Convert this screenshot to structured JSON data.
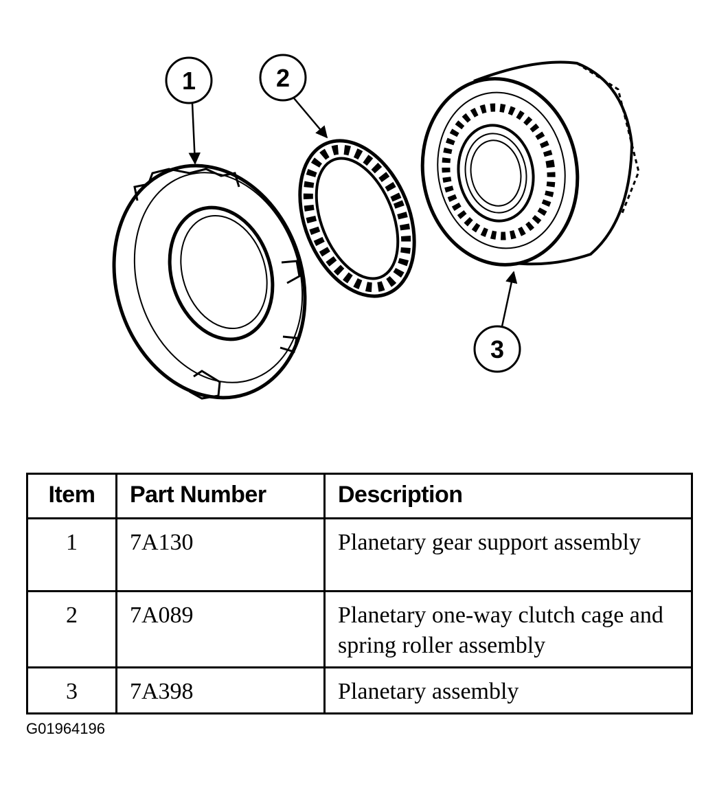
{
  "callouts": [
    "1",
    "2",
    "3"
  ],
  "table": {
    "headers": {
      "item": "Item",
      "part_number": "Part Number",
      "description": "Description"
    },
    "rows": [
      {
        "item": "1",
        "part_number": "7A130",
        "description": "Planetary gear support assembly"
      },
      {
        "item": "2",
        "part_number": "7A089",
        "description": "Planetary one-way clutch cage and spring roller assembly"
      },
      {
        "item": "3",
        "part_number": "7A398",
        "description": "Planetary assembly"
      }
    ]
  },
  "footer_code": "G01964196"
}
